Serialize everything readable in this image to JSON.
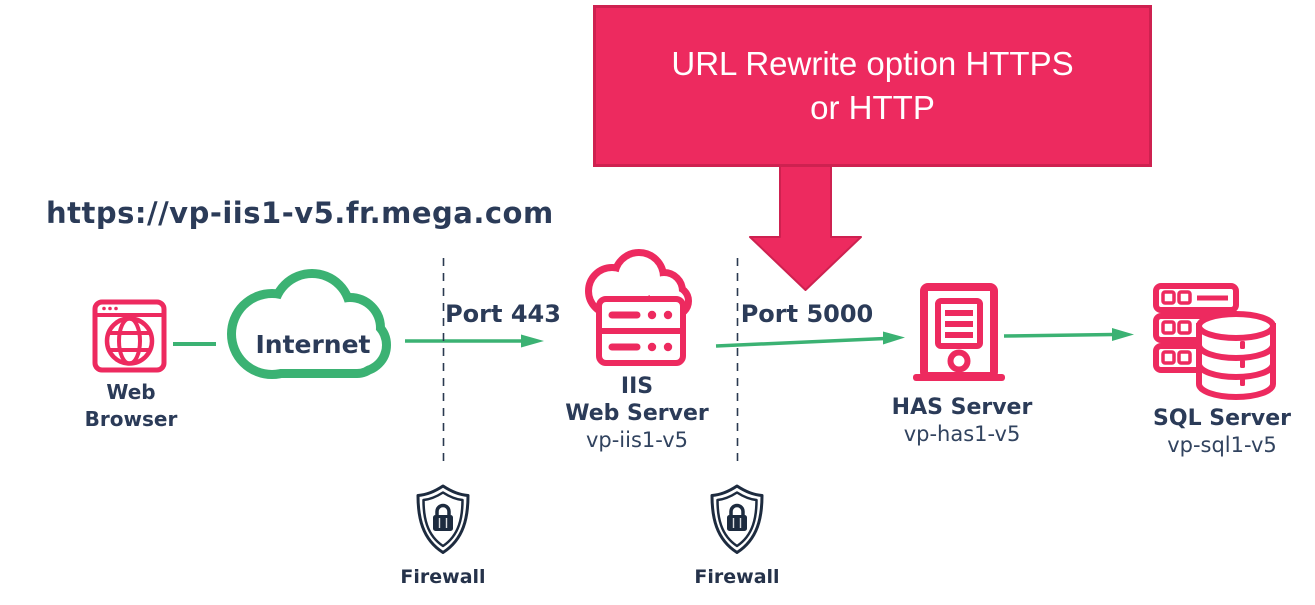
{
  "title": "URL rewrite network flow diagram",
  "callout": {
    "line1": "URL Rewrite option HTTPS",
    "line2": "or HTTP"
  },
  "url_text": "https://vp-iis1-v5.fr.mega.com",
  "nodes": {
    "browser": {
      "label_line1": "Web",
      "label_line2": "Browser",
      "icon": "browser-globe-icon"
    },
    "internet": {
      "label": "Internet",
      "icon": "cloud-icon"
    },
    "iis": {
      "label_line1": "IIS",
      "label_line2": "Web Server",
      "hostname": "vp-iis1-v5",
      "icon": "cloud-server-icon"
    },
    "has": {
      "label": "HAS Server",
      "hostname": "vp-has1-v5",
      "icon": "tower-server-icon"
    },
    "sql": {
      "label": "SQL Server",
      "hostname": "vp-sql1-v5",
      "icon": "rack-database-icon"
    }
  },
  "ports": {
    "left": "Port 443",
    "right": "Port 5000"
  },
  "firewalls": {
    "left": "Firewall",
    "right": "Firewall"
  },
  "colors": {
    "pink": "#ED2A5F",
    "pink_border": "#CE2150",
    "green": "#3BB273",
    "navy_text": "#2B3B58",
    "navy_icon": "#1D2B3F",
    "white": "#FFFFFF"
  }
}
